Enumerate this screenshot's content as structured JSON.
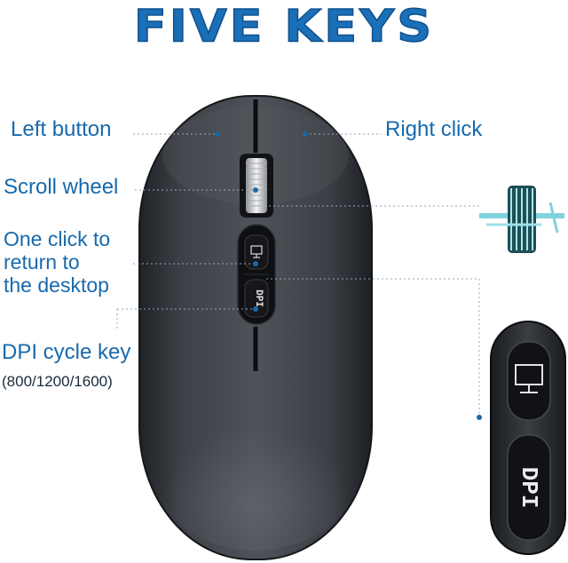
{
  "title": "FIVE KEYS",
  "labels": {
    "left_button": "Left button",
    "right_click": "Right click",
    "scroll_wheel": "Scroll wheel",
    "one_click": "One click to\nreturn to\nthe desktop",
    "dpi_key": "DPI cycle key",
    "dpi_values": "(800/1200/1600)"
  },
  "keys": {
    "dpi_text": "DPI"
  },
  "icons": [
    "monitor-icon",
    "scroll-wheel-icon"
  ],
  "colors": {
    "accent": "#1b6fb6",
    "label": "#1769ad",
    "mouse_body": "#3a3d42"
  }
}
